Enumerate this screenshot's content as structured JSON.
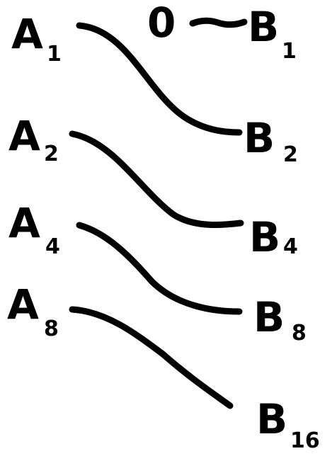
{
  "left_nodes": [
    {
      "letter": "A",
      "index": "1"
    },
    {
      "letter": "A",
      "index": "2"
    },
    {
      "letter": "A",
      "index": "4"
    },
    {
      "letter": "A",
      "index": "8"
    }
  ],
  "right_nodes": [
    {
      "letter": "B",
      "index": "1"
    },
    {
      "letter": "B",
      "index": "2"
    },
    {
      "letter": "B",
      "index": "4"
    },
    {
      "letter": "B",
      "index": "8"
    },
    {
      "letter": "B",
      "index": "16"
    }
  ],
  "zero_label": "0",
  "edges": [
    {
      "from": "zero",
      "to": "B1"
    },
    {
      "from": "A1",
      "to": "B2"
    },
    {
      "from": "A2",
      "to": "B4"
    },
    {
      "from": "A4",
      "to": "B8"
    },
    {
      "from": "A8",
      "to": "B16"
    }
  ],
  "colors": {
    "ink": "#000000",
    "background": "#ffffff"
  }
}
